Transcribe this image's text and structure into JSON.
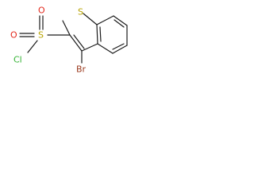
{
  "molecule": {
    "atoms": {
      "sulfonyl_S": "S",
      "ring_S": "S",
      "oxygen_top": "O",
      "oxygen_left": "O",
      "chlorine": "Cl",
      "bromine": "Br"
    },
    "colors": {
      "bond": "#1a1a1a",
      "sulfur": "#b7a300",
      "oxygen": "#e3271b",
      "chlorine": "#35b335",
      "bromine": "#9b3a1e"
    }
  }
}
